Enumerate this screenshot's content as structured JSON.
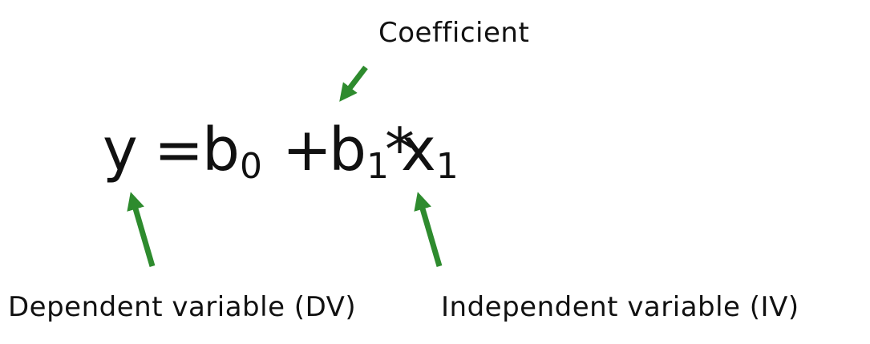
{
  "labels": {
    "coefficient": "Coefficient",
    "dependent": "Dependent variable (DV)",
    "independent": "Independent variable (IV)"
  },
  "equation": {
    "y": "y",
    "eq": "=",
    "b0": "b",
    "b0_sub": "0",
    "plus": "+",
    "b1": "b",
    "b1_sub": "1",
    "times": "*",
    "x1": "x",
    "x1_sub": "1"
  },
  "colors": {
    "arrow": "#2e8b2e",
    "text": "#111111"
  }
}
